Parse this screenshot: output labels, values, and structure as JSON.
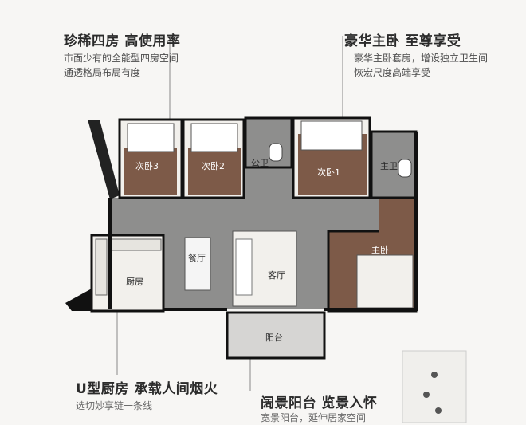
{
  "callouts": {
    "top_left": {
      "title": "珍稀四房 高使用率",
      "lines": [
        "市面少有的全能型四房空间",
        "通透格局布局有度"
      ]
    },
    "top_right": {
      "title": "豪华主卧 至尊享受",
      "lines": [
        "豪华主卧套房，增设独立卫生间",
        "恢宏尺度高端享受"
      ]
    },
    "bottom_left": {
      "title": "U型厨房 承载人间烟火",
      "lines": [
        "选切妙享链一条线"
      ]
    },
    "bottom_mid": {
      "title": "阔景阳台 览景入怀",
      "lines": [
        "宽景阳台，延伸居家空间"
      ]
    }
  },
  "rooms": {
    "bedroom3": "次卧3",
    "bedroom2": "次卧2",
    "public_bath": "公卫",
    "bedroom1": "次卧1",
    "master_bath": "主卫",
    "dining": "餐厅",
    "living": "客厅",
    "kitchen": "厨房",
    "master_bedroom": "主卧",
    "balcony": "阳台"
  },
  "colors": {
    "wood_floor": "#7d5a48",
    "tile_floor": "#8e8e8d",
    "wall": "#111111",
    "background": "#f7f6f4"
  }
}
